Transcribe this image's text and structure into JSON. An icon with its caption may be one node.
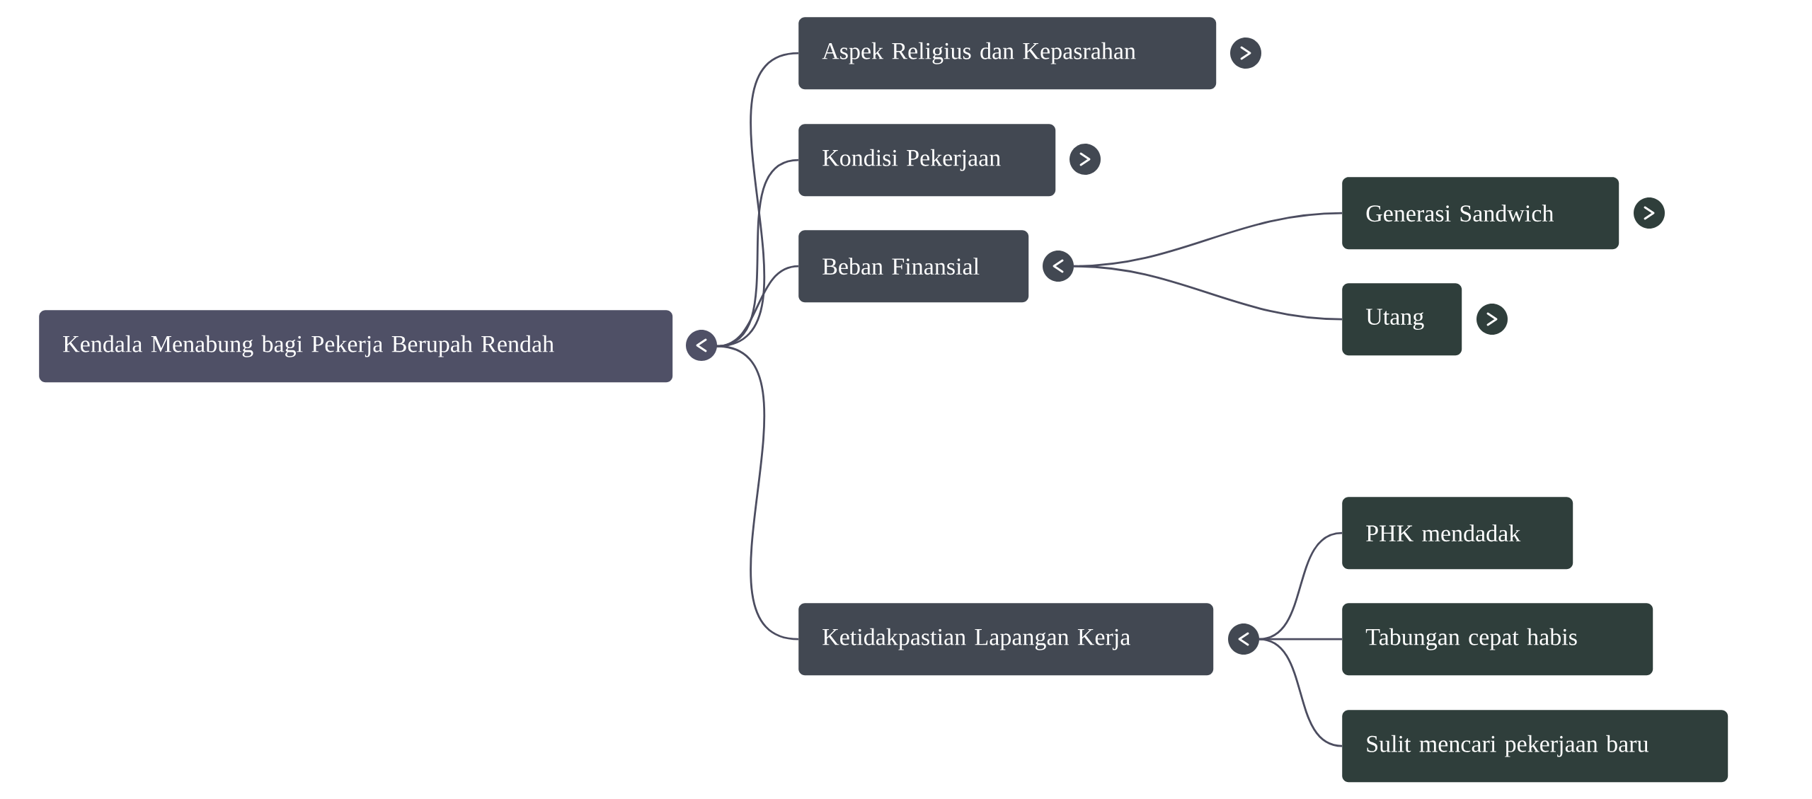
{
  "diagram": {
    "nodes": [
      {
        "text": [
          "Kendala Menabung bagi Pekerja Berupah Rendah"
        ]
      },
      {
        "text": [
          "Aspek Religius dan Kepasrahan"
        ]
      },
      {
        "text": [
          "Kondisi Pekerjaan"
        ]
      },
      {
        "text": [
          "Beban Finansial"
        ]
      },
      {
        "text": [
          "Ketidakpastian Lapangan Kerja"
        ]
      },
      {
        "text": [
          "Generasi Sandwich"
        ]
      },
      {
        "text": [
          "Utang"
        ]
      },
      {
        "text": [
          "PHK mendadak"
        ]
      },
      {
        "text": [
          "Tabungan cepat habis"
        ]
      },
      {
        "text": [
          "Sulit mencari pekerjaan baru"
        ]
      }
    ],
    "edges": [
      {
        "from": 0,
        "to": 1,
        "arrow": "none"
      },
      {
        "from": 0,
        "to": 2,
        "arrow": "none"
      },
      {
        "from": 0,
        "to": 3,
        "arrow": "none"
      },
      {
        "from": 0,
        "to": 4,
        "arrow": "none"
      },
      {
        "from": 3,
        "to": 5,
        "arrow": "none"
      },
      {
        "from": 3,
        "to": 6,
        "arrow": "none"
      },
      {
        "from": 4,
        "to": 7,
        "arrow": "none"
      },
      {
        "from": 4,
        "to": 8,
        "arrow": "none"
      },
      {
        "from": 4,
        "to": 9,
        "arrow": "none"
      }
    ]
  }
}
